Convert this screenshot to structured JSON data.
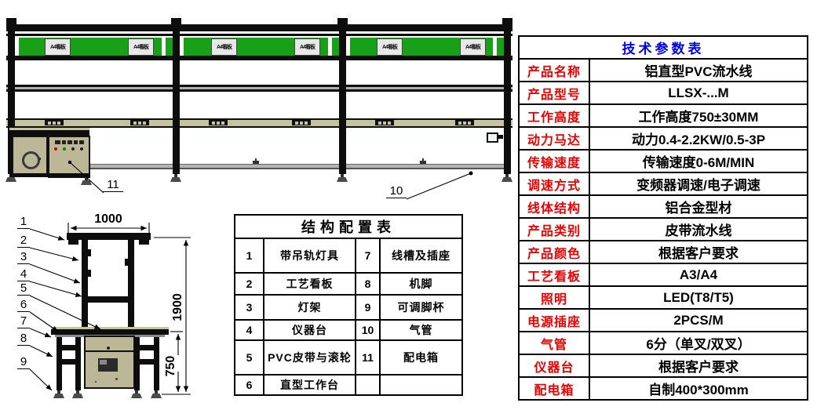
{
  "top_view": {
    "kanban_label": "A4看板",
    "callouts": [
      "10",
      "11"
    ]
  },
  "front_view": {
    "callouts": [
      "1",
      "2",
      "3",
      "4",
      "5",
      "6",
      "7",
      "8",
      "9"
    ],
    "dims": {
      "width": "1000",
      "total_height": "1900",
      "work_height": "750"
    }
  },
  "config_table": {
    "title": "结构配置表",
    "rows": [
      [
        "1",
        "带吊轨灯具",
        "7",
        "线槽及插座"
      ],
      [
        "2",
        "工艺看板",
        "8",
        "机脚"
      ],
      [
        "3",
        "灯架",
        "9",
        "可调脚杯"
      ],
      [
        "4",
        "仪器台",
        "10",
        "气管"
      ],
      [
        "5",
        "PVC皮带与滚轮",
        "11",
        "配电箱"
      ],
      [
        "6",
        "直型工作台",
        "",
        ""
      ]
    ]
  },
  "tech_table": {
    "title": "技术参数表",
    "rows": [
      {
        "label": "产品名称",
        "value": "铝直型PVC流水线"
      },
      {
        "label": "产品型号",
        "value": "LLSX-...M"
      },
      {
        "label": "工作高度",
        "value": "工作高度750±30MM"
      },
      {
        "label": "动力马达",
        "value": "动力0.4-2.2KW/0.5-3P"
      },
      {
        "label": "传输速度",
        "value": "传输速度0-6M/MIN"
      },
      {
        "label": "调速方式",
        "value": "变频器调速/电子调速"
      },
      {
        "label": "线体结构",
        "value": "铝合金型材"
      },
      {
        "label": "产品类别",
        "value": "皮带流水线"
      },
      {
        "label": "产品颜色",
        "value": "根据客户要求"
      },
      {
        "label": "工艺看板",
        "value": "A3/A4"
      },
      {
        "label": "照明",
        "value": "LED(T8/T5)"
      },
      {
        "label": "电源插座",
        "value": "2PCS/M"
      },
      {
        "label": "气管",
        "value": "6分（单叉/双叉）"
      },
      {
        "label": "仪器台",
        "value": "根据客户要求"
      },
      {
        "label": "配电箱",
        "value": "自制400*300mm"
      }
    ]
  },
  "colors": {
    "kanban_green": "#18a018",
    "worktop_tan": "#c6c3a1",
    "label_red": "#ee0000",
    "title_blue": "#0000ee",
    "indicator_red": "#cc0000",
    "indicator_green": "#0a7a0a"
  }
}
